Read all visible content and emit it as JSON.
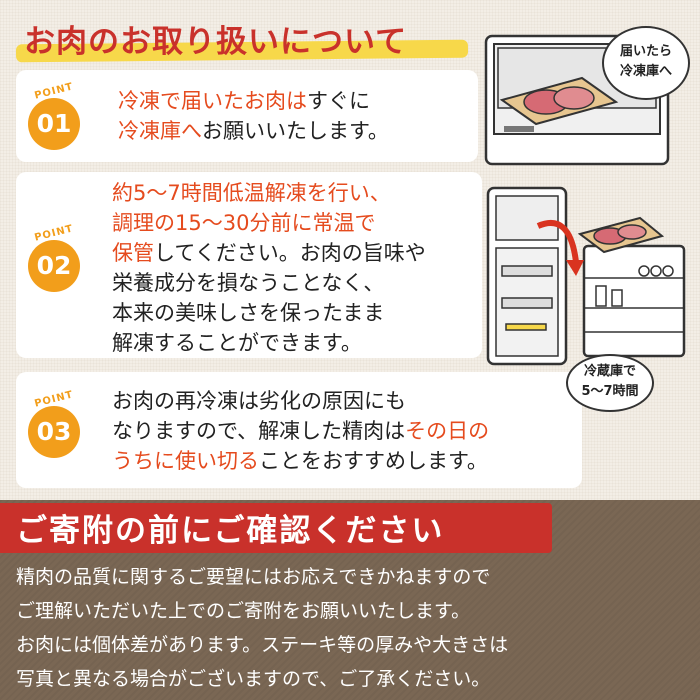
{
  "header": {
    "title": "お肉のお取り扱いについて"
  },
  "points": [
    {
      "label": "POINT",
      "number": "01",
      "lines": [
        [
          {
            "t": "冷凍で届いたお肉は",
            "hi": true
          },
          {
            "t": "すぐに",
            "hi": false
          }
        ],
        [
          {
            "t": "冷凍庫へ",
            "hi": true
          },
          {
            "t": "お願いいたします。",
            "hi": false
          }
        ]
      ]
    },
    {
      "label": "POINT",
      "number": "02",
      "lines": [
        [
          {
            "t": "約5～7時間低温解凍を行い、",
            "hi": true
          }
        ],
        [
          {
            "t": "調理の15～30分前に常温で",
            "hi": true
          }
        ],
        [
          {
            "t": "保管",
            "hi": true
          },
          {
            "t": "してください。お肉の旨味や",
            "hi": false
          }
        ],
        [
          {
            "t": "栄養成分を損なうことなく、",
            "hi": false
          }
        ],
        [
          {
            "t": "本来の美味しさを保ったまま",
            "hi": false
          }
        ],
        [
          {
            "t": "解凍することができます。",
            "hi": false
          }
        ]
      ]
    },
    {
      "label": "POINT",
      "number": "03",
      "lines": [
        [
          {
            "t": "お肉の再冷凍は劣化の原因にも",
            "hi": false
          }
        ],
        [
          {
            "t": "なりますので、解凍した精肉は",
            "hi": false
          },
          {
            "t": "その日の",
            "hi": true
          }
        ],
        [
          {
            "t": "うちに使い切る",
            "hi": true
          },
          {
            "t": "ことをおすすめします。",
            "hi": false
          }
        ]
      ]
    }
  ],
  "bubbles": {
    "freezer": [
      "届いたら",
      "冷凍庫へ"
    ],
    "fridge": [
      "冷蔵庫で",
      "5～7時間"
    ]
  },
  "confirm": {
    "title": "ご寄附の前にご確認ください",
    "lines": [
      "精肉の品質に関するご要望にはお応えできかねますので",
      "ご理解いただいた上でのご寄附をお願いいたします。",
      "お肉には個体差があります。ステーキ等の厚みや大きさは",
      "写真と異なる場合がございますので、ご了承ください。"
    ]
  },
  "colors": {
    "title_red": "#c9312b",
    "highlight_orange": "#e54b1e",
    "badge_orange": "#f29e1b",
    "marker_yellow": "#f7d84a",
    "bottom_brown": "#7a6754"
  }
}
